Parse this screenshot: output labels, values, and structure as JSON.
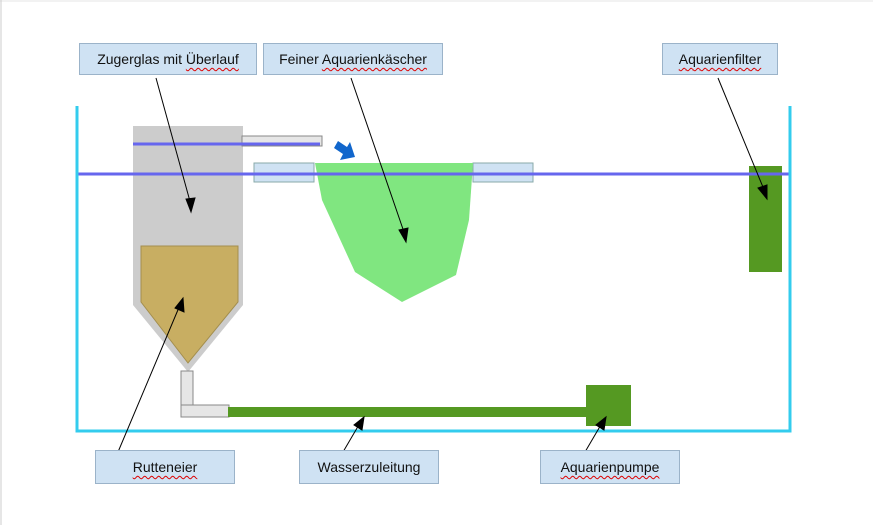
{
  "labels": {
    "zugerglas": {
      "before": "Zugerglas mit ",
      "spell": "Überlauf"
    },
    "kescher": {
      "plain": "Feiner ",
      "spell": "Aquarienkäscher"
    },
    "filter": {
      "spell": "Aquarienfilter"
    },
    "rutteneier": {
      "spell": "Rutteneier"
    },
    "wasserzuleitung": {
      "plain": "Wasserzuleitung"
    },
    "pumpe": {
      "spell": "Aquarienpumpe"
    }
  },
  "colors": {
    "tank": "#33ccee",
    "water_line": "#6666ee",
    "glass": "#cccccc",
    "eggs": "#c8ae62",
    "net": "#80e680",
    "dark_green": "#559922",
    "arrow_blue": "#1166cc",
    "label_bg": "#cfe2f3"
  }
}
